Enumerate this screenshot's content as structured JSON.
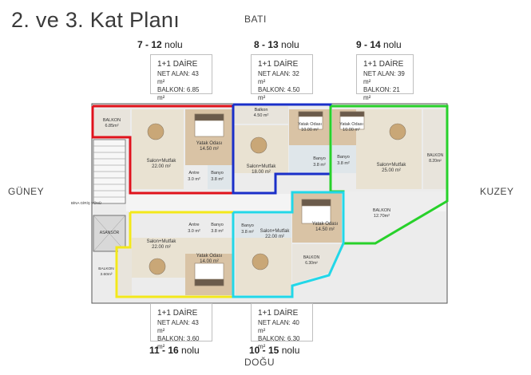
{
  "title": "2. ve 3. Kat Planı",
  "compass": {
    "north": "BATI",
    "south": "DOĞU",
    "west": "GÜNEY",
    "east": "KUZEY"
  },
  "units_top": [
    {
      "num": "7 - 12",
      "suffix": "nolu",
      "type": "1+1 DAİRE",
      "net": "NET ALAN: 43 m²",
      "balcony": "BALKON: 6.85 m²"
    },
    {
      "num": "8 - 13",
      "suffix": "nolu",
      "type": "1+1 DAİRE",
      "net": "NET ALAN: 32 m²",
      "balcony": "BALKON: 4.50 m²"
    },
    {
      "num": "9 - 14",
      "suffix": "nolu",
      "type": "1+1 DAİRE",
      "net": "NET ALAN: 39 m²",
      "balcony": "BALKON: 21 m²"
    }
  ],
  "units_bottom": [
    {
      "num": "11 - 16",
      "suffix": "nolu",
      "type": "1+1 DAİRE",
      "net": "NET ALAN: 43 m²",
      "balcony": "BALKON: 3.60 m²"
    },
    {
      "num": "10 - 15",
      "suffix": "nolu",
      "type": "1+1 DAİRE",
      "net": "NET ALAN: 40 m²",
      "balcony": "BALKON: 6.30 m²"
    }
  ],
  "rooms": {
    "r1": "BALKON",
    "r1a": "6.85m²",
    "r2": "Yatak Odası",
    "r2a": "14.50 m²",
    "r3": "Salon+Mutfak",
    "r3a": "22.00 m²",
    "r4": "Antre",
    "r4a": "3.0 m²",
    "r5": "Banyo",
    "r5a": "3.8 m²",
    "r6": "Balkon",
    "r6a": "4.50 m²",
    "r7": "Yatak Odası",
    "r7a": "10.00 m²",
    "r8": "Salon+Mutfak",
    "r8a": "18.00 m²",
    "r9": "Banyo",
    "r9a": "3.8 m²",
    "r10": "Yatak Odası",
    "r10a": "10.00 m²",
    "r11": "Banyo",
    "r11a": "3.8 m²",
    "r12": "Salon+Mutfak",
    "r12a": "25.00 m²",
    "r13": "BALKON",
    "r13a": "8.20m²",
    "r14": "BALKON",
    "r14a": "12.70m²",
    "r15": "BİNA GİRİŞ YÖNÜ",
    "r16": "ASANSÖR",
    "r17": "Antre",
    "r17a": "3.0 m²",
    "r18": "Banyo",
    "r18a": "3.8 m²",
    "r19": "Salon+Mutfak",
    "r19a": "22.00 m²",
    "r20": "Yatak Odası",
    "r20a": "14.00 m²",
    "r21": "BALKON",
    "r21a": "3.60m²",
    "r22": "Banyo",
    "r22a": "3.8 m²",
    "r23": "Salon+Mutfak",
    "r23a": "22.00 m²",
    "r24": "Yatak Odası",
    "r24a": "14.50 m²",
    "r25": "BALKON",
    "r25a": "6.30m²"
  },
  "colors": {
    "red": "#e0121b",
    "blue": "#1a2fc9",
    "green": "#27d12a",
    "yellow": "#f3e81a",
    "cyan": "#22d7e8"
  }
}
